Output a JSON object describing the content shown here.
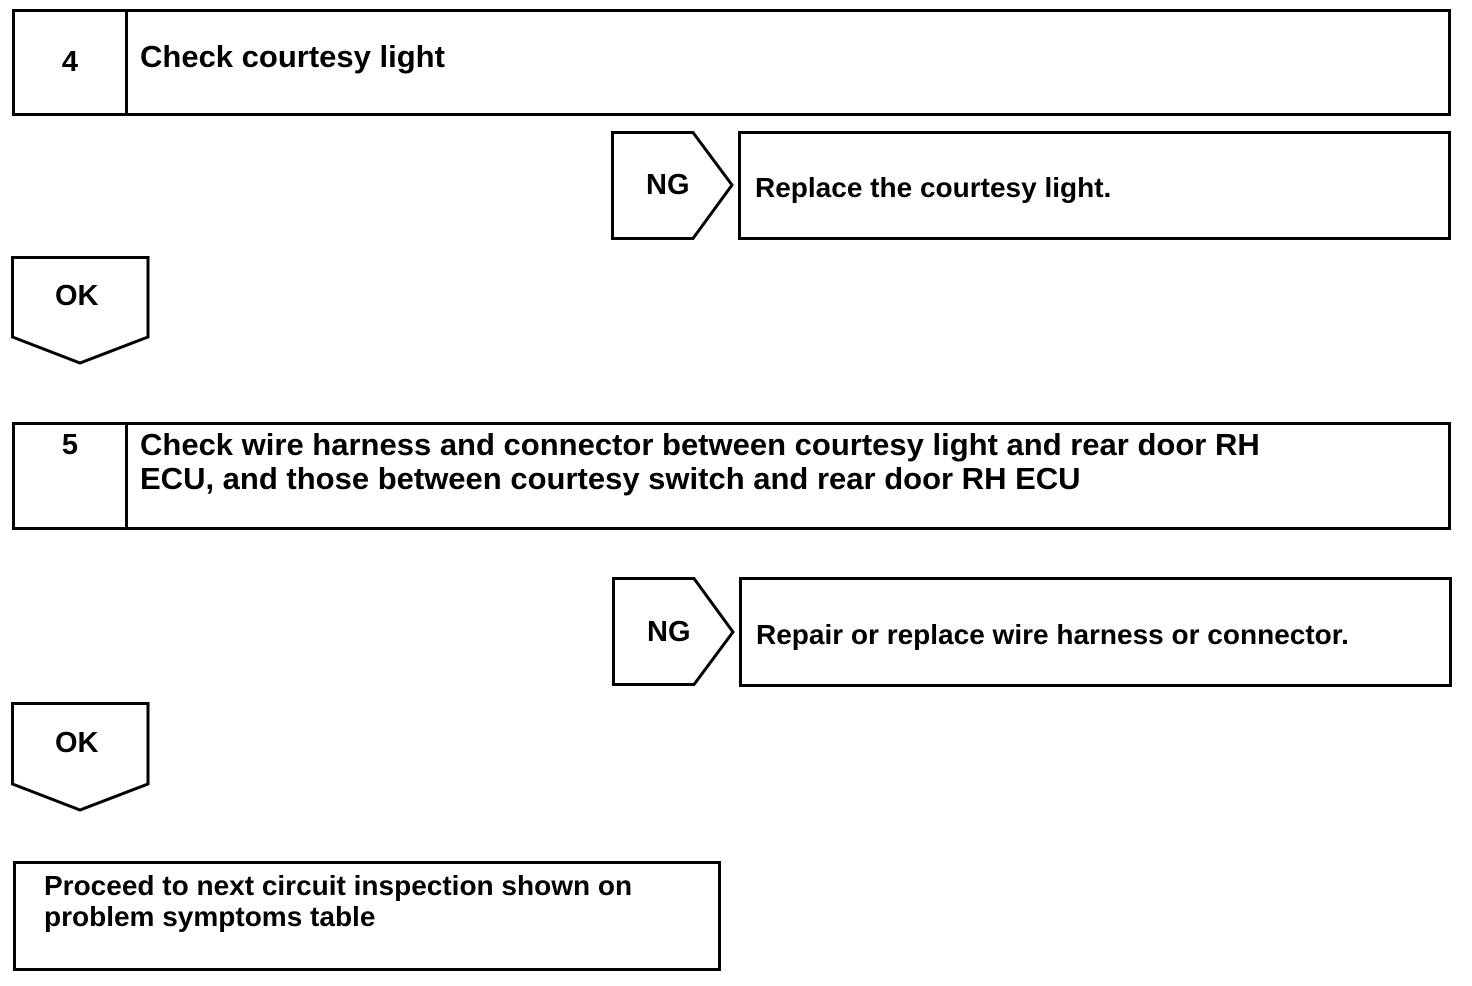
{
  "step4": {
    "number": "4",
    "title": "Check courtesy light"
  },
  "step4_ng": {
    "label": "NG",
    "action": "Replace the courtesy light."
  },
  "step4_ok": {
    "label": "OK"
  },
  "step5": {
    "number": "5",
    "title_line1": "Check wire harness and connector between courtesy light and rear door RH",
    "title_line2": "ECU, and those between courtesy switch and rear door RH ECU"
  },
  "step5_ng": {
    "label": "NG",
    "action": "Repair or replace wire harness or connector."
  },
  "step5_ok": {
    "label": "OK"
  },
  "final": {
    "line1": "Proceed to next circuit inspection shown on",
    "line2": "problem symptoms table"
  }
}
